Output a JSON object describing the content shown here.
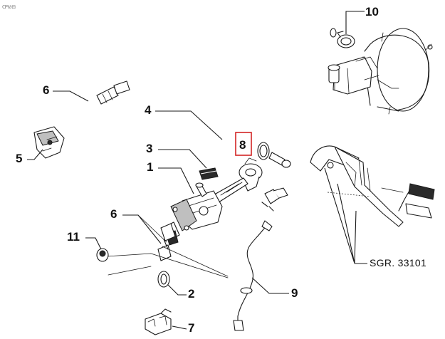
{
  "diagram": {
    "corner_mark": "ᗡᑫ∂⊟",
    "callouts": {
      "c1": "1",
      "c2": "2",
      "c3": "3",
      "c4": "4",
      "c5": "5",
      "c6_top": "6",
      "c6_mid": "6",
      "c7": "7",
      "c8": "8",
      "c9": "9",
      "c10": "10",
      "c11": "11"
    },
    "reference": "SGR. 33101",
    "highlight_color": "#d22424"
  }
}
